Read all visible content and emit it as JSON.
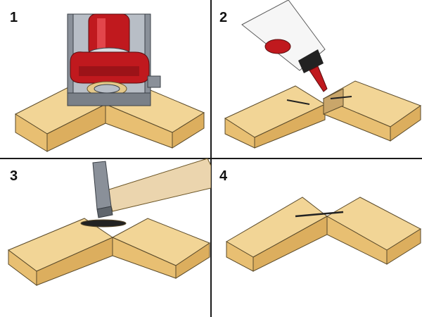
{
  "steps": [
    {
      "number": "1",
      "tool": "biscuit-joiner"
    },
    {
      "number": "2",
      "tool": "glue-bottle"
    },
    {
      "number": "3",
      "tool": "hammer"
    },
    {
      "number": "4",
      "tool": "none"
    }
  ],
  "colors": {
    "wood_top": "#f2d596",
    "wood_side": "#e8bf72",
    "wood_front": "#dcae5e",
    "outline": "#5a4a2a",
    "tool_red": "#c0191e",
    "tool_grey": "#8a9099",
    "divider": "#1a1a1a"
  }
}
